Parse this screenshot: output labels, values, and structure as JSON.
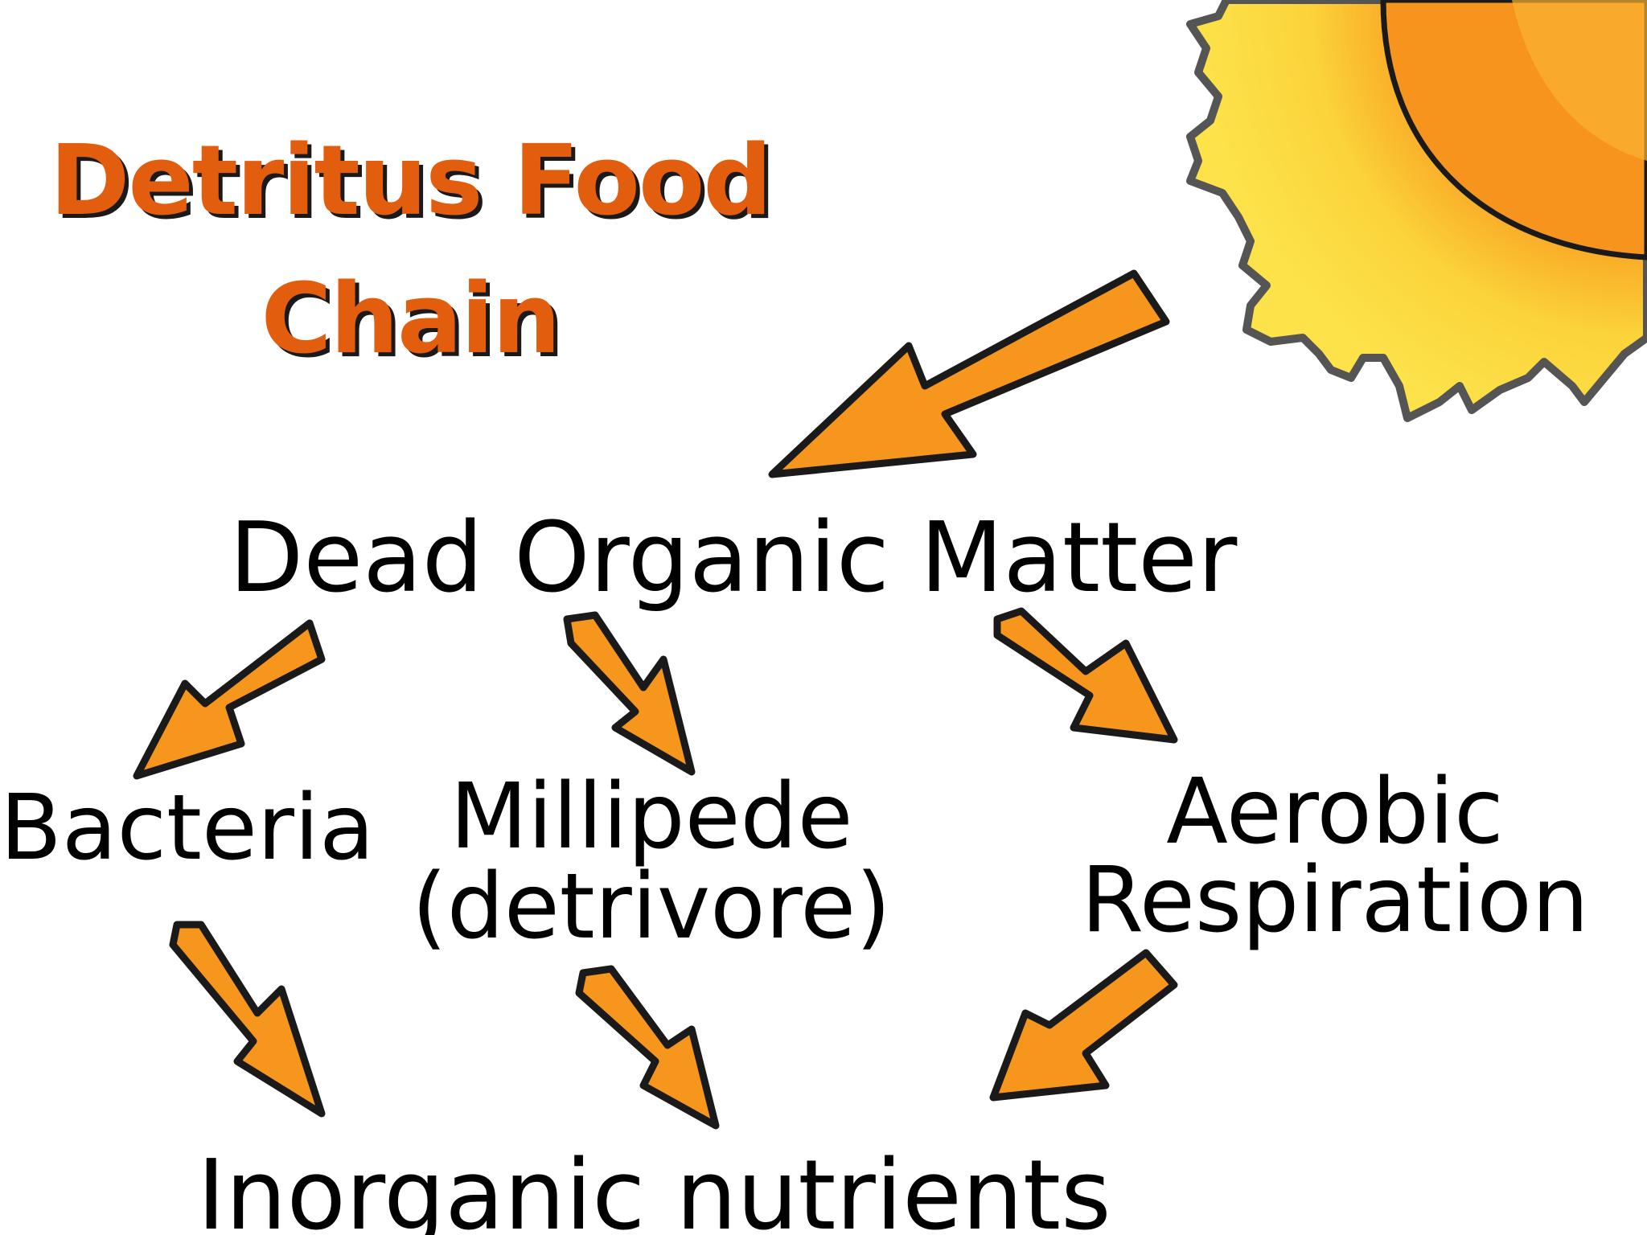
{
  "title": {
    "line1": "Detritus Food",
    "line2": "Chain"
  },
  "nodes": {
    "dead_organic_matter": "Dead Organic Matter",
    "bacteria": "Bacteria",
    "millipede": {
      "line1": "Millipede",
      "line2": "(detrivore)"
    },
    "aerobic": {
      "line1": "Aerobic",
      "line2": "Respiration"
    },
    "inorganic_nutrients": "Inorganic nutrients"
  },
  "colors": {
    "title": "#e35d0e",
    "arrow_fill": "#f7961d",
    "arrow_stroke": "#1a1a1a",
    "sun_outer": "#fbd33a",
    "sun_inner": "#f7941d",
    "sun_core": "#fff23a"
  },
  "icons": {
    "sun": "sun-icon",
    "arrow": "arrow-icon"
  }
}
